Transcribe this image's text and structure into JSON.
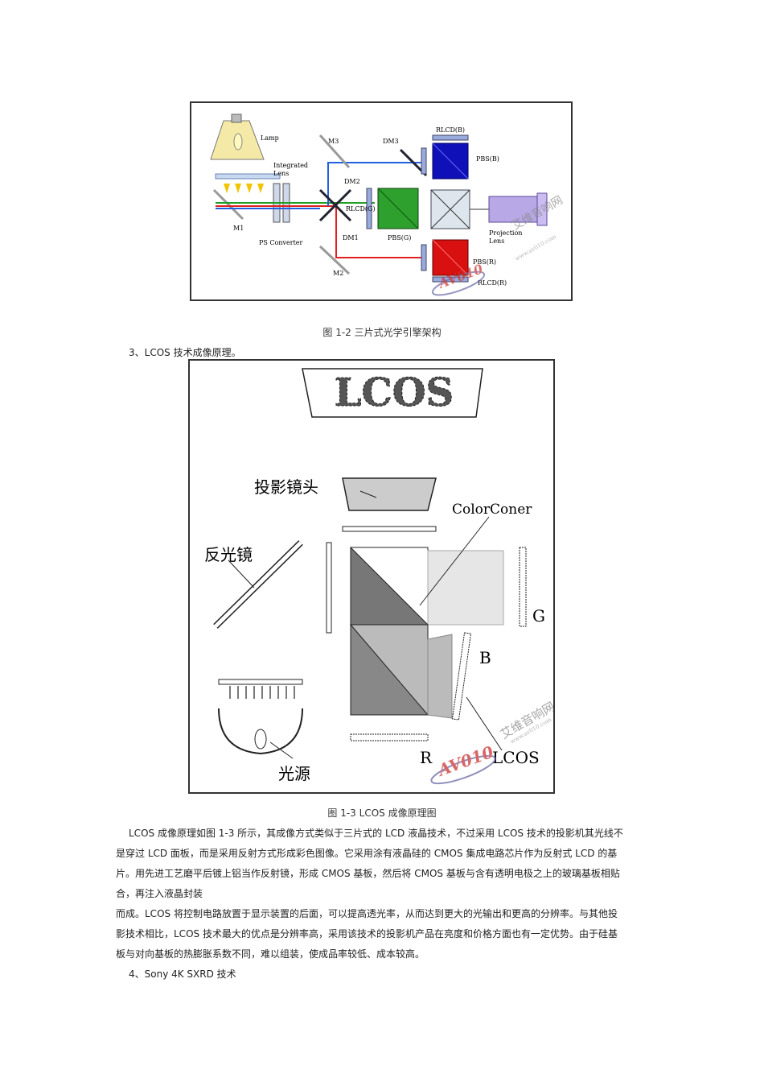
{
  "figure1": {
    "caption": "图 1-2  三片式光学引擎架构",
    "labels": {
      "lamp": "Lamp",
      "integrated": "Integrated",
      "lens": "Lens",
      "m1": "M1",
      "m2": "M2",
      "m3": "M3",
      "dm1": "DM1",
      "dm2": "DM2",
      "dm3": "DM3",
      "ps_converter": "PS Converter",
      "rlcd_b": "RLCD(B)",
      "rlcd_g": "RLCD(G)",
      "rlcd_r": "RLCD(R)",
      "pbs_b": "PBS(B)",
      "pbs_g": "PBS(G)",
      "pbs_r": "PBS(R)",
      "projection": "Projection",
      "proj_lens": "Lens"
    },
    "watermark": {
      "cn": "艾维音响网",
      "url": "www.av010.com",
      "logo": "AV010"
    }
  },
  "section3": {
    "heading": "3、LCOS 技术成像原理。"
  },
  "figure2": {
    "caption": "图 1-3  LCOS 成像原理图",
    "labels": {
      "title": "LCOS",
      "projection_lens": "投影镜头",
      "color_corner": "ColorConer",
      "reflector": "反光镜",
      "g": "G",
      "b": "B",
      "r": "R",
      "lcos": "LCOS",
      "light_source": "光源"
    },
    "watermark": {
      "cn": "艾维音响网",
      "url": "www.av010.com",
      "logo": "AV010"
    }
  },
  "body": {
    "lines": [
      "LCOS 成像原理如图 1-3 所示，其成像方式类似于三片式的 LCD 液晶技术，不过采用 LCOS 技术的投影机其光线不",
      "是穿过 LCD 面板，而是采用反射方式形成彩色图像。它采用涂有液晶硅的 CMOS 集成电路芯片作为反射式 LCD 的基",
      "片。用先进工艺磨平后镀上铝当作反射镜，形成 CMOS 基板，然后将 CMOS 基板与含有透明电极之上的玻璃基板相贴",
      "合，再注入液晶封装",
      "而成。LCOS 将控制电路放置于显示装置的后面，可以提高透光率，从而达到更大的光输出和更高的分辨率。与其他投",
      "影技术相比，LCOS 技术最大的优点是分辨率高，采用该技术的投影机产品在亮度和价格方面也有一定优势。由于硅基",
      "板与对向基板的热膨胀系数不同，难以组装，使成品率较低、成本较高。"
    ]
  },
  "section4": {
    "heading": "4、Sony 4K SXRD 技术"
  }
}
